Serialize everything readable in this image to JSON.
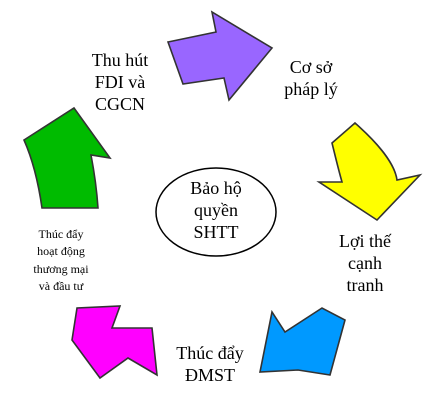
{
  "center": {
    "lines": [
      "Bảo hộ",
      "quyền",
      "SHTT"
    ]
  },
  "nodes": [
    {
      "id": "thu-hut-fdi",
      "lines": [
        "Thu hút",
        "FDI và",
        "CGCN"
      ]
    },
    {
      "id": "co-so-phap-ly",
      "lines": [
        "Cơ sở",
        "pháp lý"
      ]
    },
    {
      "id": "loi-the-canh-tranh",
      "lines": [
        "Lợi thế",
        "cạnh",
        "tranh"
      ]
    },
    {
      "id": "thuc-day-dmst",
      "lines": [
        "Thúc đẩy",
        "ĐMST"
      ]
    },
    {
      "id": "thuc-day-thuong-mai",
      "lines": [
        "Thúc đẩy",
        "hoạt động",
        "thương mại",
        "và đầu tư"
      ]
    }
  ],
  "arrows": [
    {
      "name": "purple-arrow",
      "color": "#9966ff"
    },
    {
      "name": "yellow-arrow",
      "color": "#ffff00"
    },
    {
      "name": "blue-arrow",
      "color": "#0099ff"
    },
    {
      "name": "magenta-arrow",
      "color": "#ff00ff"
    },
    {
      "name": "green-arrow",
      "color": "#00bb00"
    }
  ]
}
